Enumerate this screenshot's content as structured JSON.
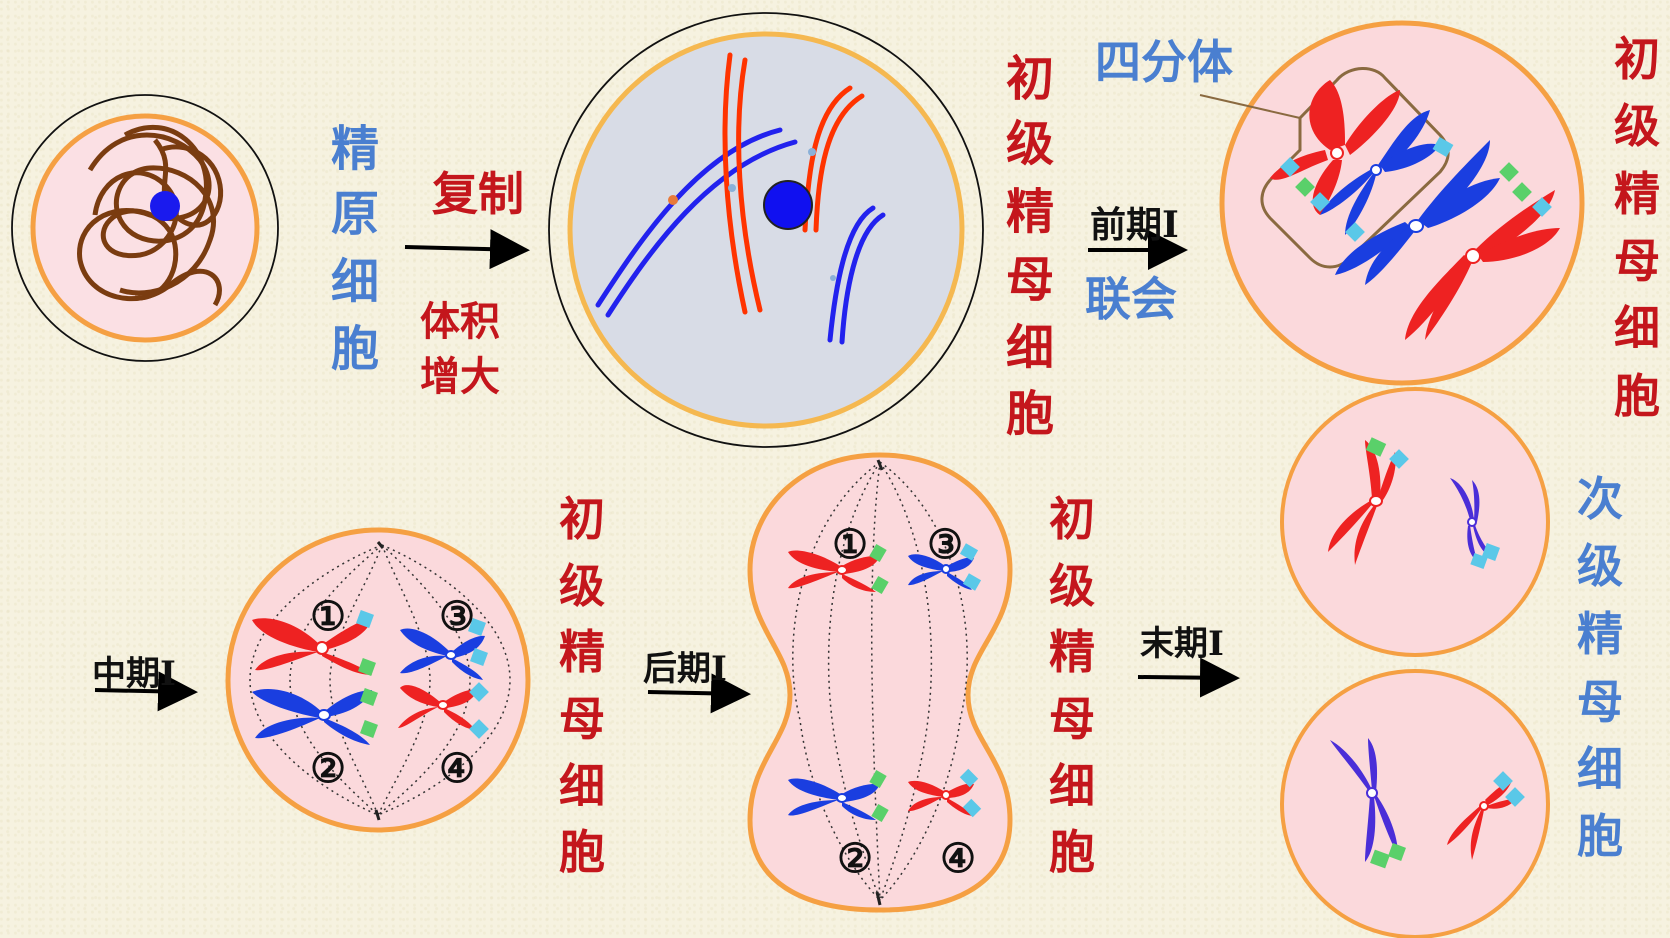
{
  "labels": {
    "spermatogonium": "精原细胞",
    "replication": "复制",
    "volume_increase_1": "体积",
    "volume_increase_2": "增大",
    "primary_spermatocyte": "初级精母细胞",
    "tetrad": "四分体",
    "prophase": "前期Ⅰ",
    "synapsis": "联会",
    "metaphase": "中期Ⅰ",
    "anaphase": "后期Ⅰ",
    "telophase": "末期Ⅰ",
    "secondary_spermatocyte": "次级精母细胞",
    "n1": "①",
    "n2": "②",
    "n3": "③",
    "n4": "④"
  },
  "colors": {
    "blue_label": "#4a7fd0",
    "red_label": "#c4161c",
    "chromosome_red": "#ee2222",
    "chromosome_blue": "#1a3ee0",
    "chromosome_purple": "#4a2ed8",
    "marker_cyan": "#5ac8e8",
    "marker_green": "#5ad06a",
    "cell_fill": "#fbd9dc",
    "cell_border": "#f5a043",
    "nucleus_gray": "#d8dce6",
    "chromatin_brown": "#7a3c10"
  }
}
